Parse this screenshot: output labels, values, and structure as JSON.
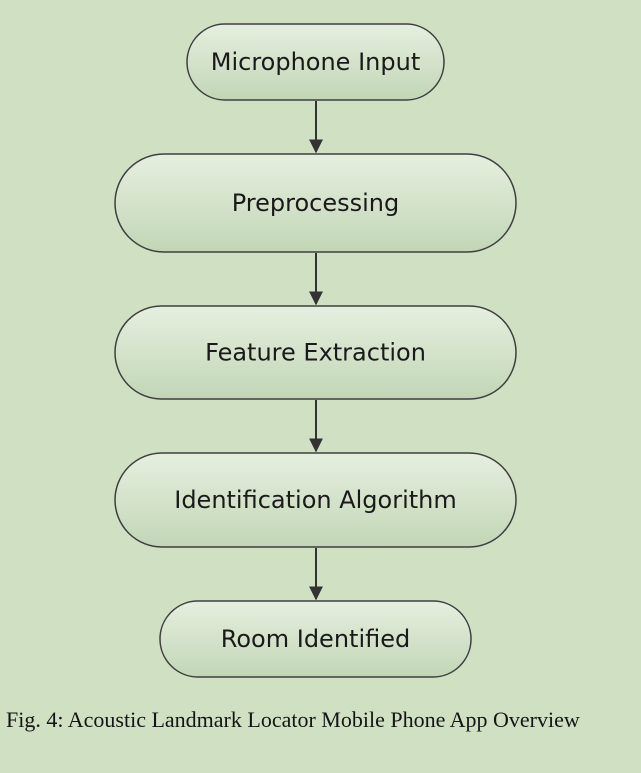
{
  "diagram": {
    "nodes": [
      {
        "id": "microphone-input",
        "label": "Microphone Input"
      },
      {
        "id": "preprocessing",
        "label": "Preprocessing"
      },
      {
        "id": "feature-extraction",
        "label": "Feature Extraction"
      },
      {
        "id": "identification-algorithm",
        "label": "Identification Algorithm"
      },
      {
        "id": "room-identified",
        "label": "Room Identified"
      }
    ],
    "edges": [
      {
        "from": "microphone-input",
        "to": "preprocessing"
      },
      {
        "from": "preprocessing",
        "to": "feature-extraction"
      },
      {
        "from": "feature-extraction",
        "to": "identification-algorithm"
      },
      {
        "from": "identification-algorithm",
        "to": "room-identified"
      }
    ]
  },
  "caption": {
    "label": "Fig. 4:",
    "text": "Acoustic Landmark Locator Mobile Phone App Overview"
  },
  "colors": {
    "background": "#cfe0c3",
    "node_fill_top": "#e6efdf",
    "node_fill_bottom": "#c2d6b6",
    "node_stroke": "#3f3f3f",
    "arrow": "#333333"
  }
}
